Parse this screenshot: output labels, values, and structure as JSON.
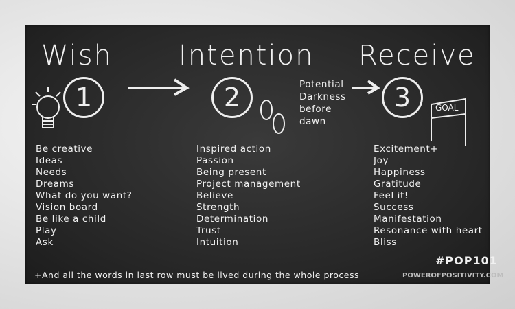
{
  "stages": [
    {
      "title": "Wish",
      "number": "1",
      "items": [
        "Be creative",
        "Ideas",
        "Needs",
        "Dreams",
        "What do you want?",
        "Vision board",
        "Be like a child",
        "Play",
        "Ask"
      ]
    },
    {
      "title": "Intention",
      "number": "2",
      "items": [
        "Inspired action",
        "Passion",
        "Being present",
        "Project management",
        "Believe",
        "Strength",
        "Determination",
        "Trust",
        "Intuition"
      ]
    },
    {
      "title": "Receive",
      "number": "3",
      "items": [
        "Excitement+",
        "Joy",
        "Happiness",
        "Gratitude",
        "Feel it!",
        "Success",
        "Manifestation",
        "Resonance with heart",
        "Bliss"
      ]
    }
  ],
  "transition": [
    "Potential",
    "Darkness",
    "before",
    "dawn"
  ],
  "goal_label": "GOAL",
  "footer": "+And all the words in last row must be lived during the whole process",
  "hashtag": "#POP101",
  "site": "POWEROFPOSITIVITY.COM"
}
